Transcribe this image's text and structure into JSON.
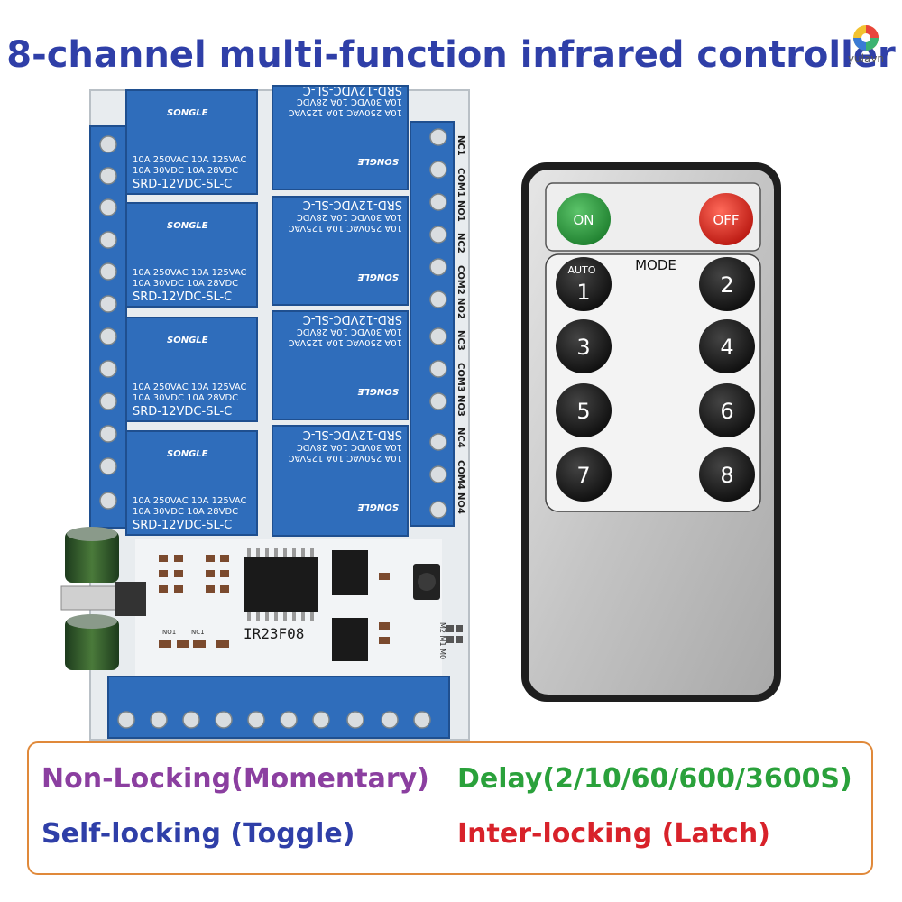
{
  "title": "8-channel multi-function infrared controller",
  "logo": {
    "text": "yulavn"
  },
  "board": {
    "model": "IR23F08",
    "relays": [
      {
        "brand": "SONGLE",
        "rating_1": "10A 250VAC  10A 125VAC",
        "rating_2": "10A 30VDC  10A 28VDC",
        "model": "SRD-12VDC-SL-C"
      },
      {
        "brand": "SONGLE",
        "rating_1": "10A 250VAC  10A 125VAC",
        "rating_2": "10A 30VDC  10A 28VDC",
        "model": "SRD-12VDC-SL-C"
      },
      {
        "brand": "SONGLE",
        "rating_1": "10A 250VAC  10A 125VAC",
        "rating_2": "10A 30VDC  10A 28VDC",
        "model": "SRD-12VDC-SL-C"
      },
      {
        "brand": "SONGLE",
        "rating_1": "10A 250VAC  10A 125VAC",
        "rating_2": "10A 30VDC  10A 28VDC",
        "model": "SRD-12VDC-SL-C"
      },
      {
        "brand": "SONGLE",
        "rating_1": "10A 250VAC  10A 125VAC",
        "rating_2": "10A 30VDC  10A 28VDC",
        "model": "SRD-12VDC-SL-C"
      },
      {
        "brand": "SONGLE",
        "rating_1": "10A 250VAC  10A 125VAC",
        "rating_2": "10A 30VDC  10A 28VDC",
        "model": "SRD-12VDC-SL-C"
      },
      {
        "brand": "SONGLE",
        "rating_1": "10A 250VAC  10A 125VAC",
        "rating_2": "10A 30VDC  10A 28VDC",
        "model": "SRD-12VDC-SL-C"
      },
      {
        "brand": "SONGLE",
        "rating_1": "10A 250VAC  10A 125VAC",
        "rating_2": "10A 30VDC  10A 28VDC",
        "model": "SRD-12VDC-SL-C"
      }
    ],
    "terminal_labels": [
      "NC1",
      "COM1",
      "NO1",
      "NC2",
      "COM2",
      "NO2",
      "NC3",
      "COM3",
      "NO3",
      "NC4",
      "COM4",
      "NO4"
    ],
    "small_labels": [
      "NO1",
      "NC1",
      "M2 M1 M0"
    ]
  },
  "remote": {
    "on_label": "ON",
    "off_label": "OFF",
    "mode_label": "MODE",
    "auto_label": "AUTO",
    "buttons": [
      "1",
      "2",
      "3",
      "4",
      "5",
      "6",
      "7",
      "8"
    ],
    "colors": {
      "on": "#2e9e3e",
      "off": "#e2332a",
      "button": "#1a1a1a",
      "body": "#c9c9c9"
    }
  },
  "features": [
    {
      "text": "Non-Locking(Momentary)",
      "color": "#8b3fa0"
    },
    {
      "text": "Delay(2/10/60/600/3600S)",
      "color": "#2aa13b"
    },
    {
      "text": "Self-locking (Toggle)",
      "color": "#2f3fa8"
    },
    {
      "text": "Inter-locking (Latch)",
      "color": "#d8222a"
    }
  ]
}
